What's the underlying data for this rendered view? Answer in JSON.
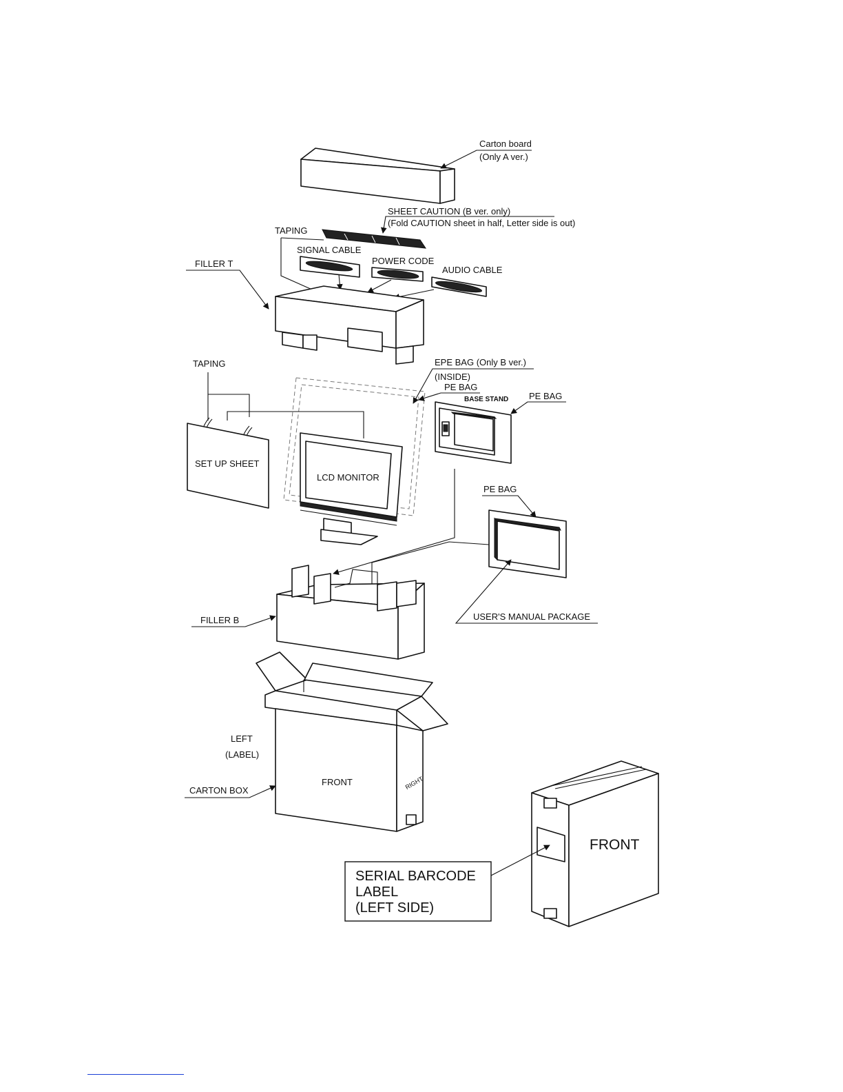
{
  "labels": {
    "carton_board": "Carton board",
    "carton_board_note": "(Only  A  ver.)",
    "sheet_caution": "SHEET CAUTION (B ver. only)",
    "sheet_caution_note": "(Fold CAUTION sheet in half, Letter side is out)",
    "taping_top": "TAPING",
    "signal_cable": "SIGNAL CABLE",
    "power_code": "POWER CODE",
    "audio_cable": "AUDIO CABLE",
    "filler_t": "FILLER T",
    "taping_left": "TAPING",
    "epe_bag": "EPE BAG (Only B ver.)",
    "inside": "(INSIDE)",
    "pe_bag_1": "PE BAG",
    "base_stand": "BASE STAND",
    "pe_bag_2": "PE BAG",
    "set_up_sheet": "SET UP SHEET",
    "lcd_monitor": "LCD MONITOR",
    "pe_bag_3": "PE BAG",
    "filler_b": "FILLER B",
    "users_manual": "USER'S MANUAL PACKAGE",
    "left": "LEFT",
    "left_label": "(LABEL)",
    "carton_box": "CARTON BOX",
    "front": "FRONT",
    "right": "RIGHT",
    "serial_line1": "SERIAL   BARCODE",
    "serial_line2": "LABEL",
    "serial_line3": "(LEFT SIDE)",
    "front_big": "FRONT"
  },
  "colors": {
    "ink": "#111111",
    "paper": "#ffffff",
    "footer_rule": "#1a3fd6"
  }
}
